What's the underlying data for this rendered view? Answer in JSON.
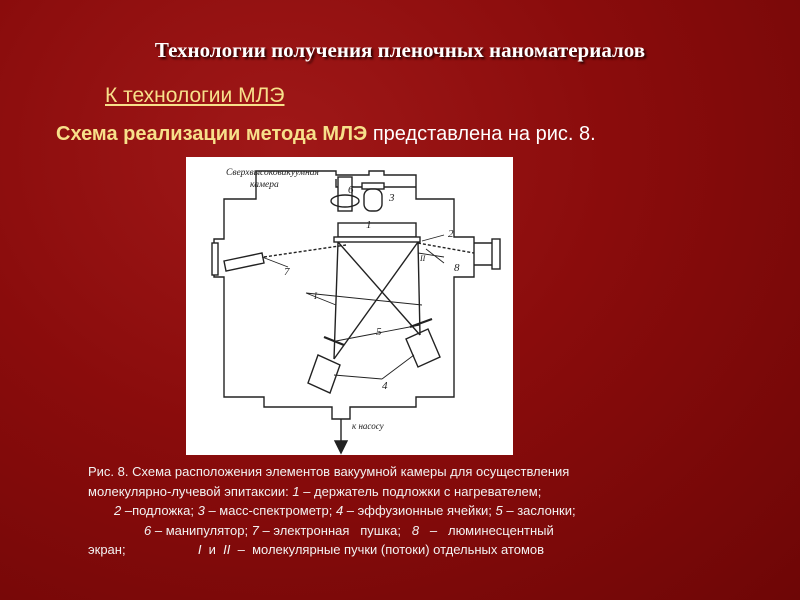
{
  "title": "Технологии получения пленочных наноматериалов",
  "link": "К технологии МЛЭ",
  "scheme": {
    "bold": "Схема реализации метода МЛЭ",
    "rest": " представлена на рис. 8."
  },
  "figure": {
    "chamber_label_1": "Сверхвысоковакуумная",
    "chamber_label_2": "камера",
    "labels": [
      "1",
      "2",
      "3",
      "4",
      "5",
      "6",
      "7",
      "8",
      "I",
      "II"
    ],
    "pump_label": "к насосу"
  },
  "caption": {
    "l1": "Рис. 8. Схема расположения элементов вакуумной камеры для осуществления",
    "l2a": "молекулярно-лучевой эпитаксии: ",
    "n1": "1",
    "l2b": " – держатель подложки с нагревателем;",
    "n2": "2",
    "l3a": " –подложка; ",
    "n3": "3",
    "l3b": " – масс-спектрометр; ",
    "n4": "4",
    "l3c": " – эффузионные ячейки; ",
    "n5": "5",
    "l3d": " – заслонки;",
    "n6": "6",
    "l4a": " – манипулятор; ",
    "n7": "7",
    "l4b": " – электронная   пушка;   ",
    "n8": "8",
    "l4c": "   –   люминесцентный",
    "l5a": "экран;                    ",
    "nI": "I",
    "l5b": "  и  ",
    "nII": "II",
    "l5c": "  –  молекулярные пучки (потоки) отдельных атомов"
  }
}
